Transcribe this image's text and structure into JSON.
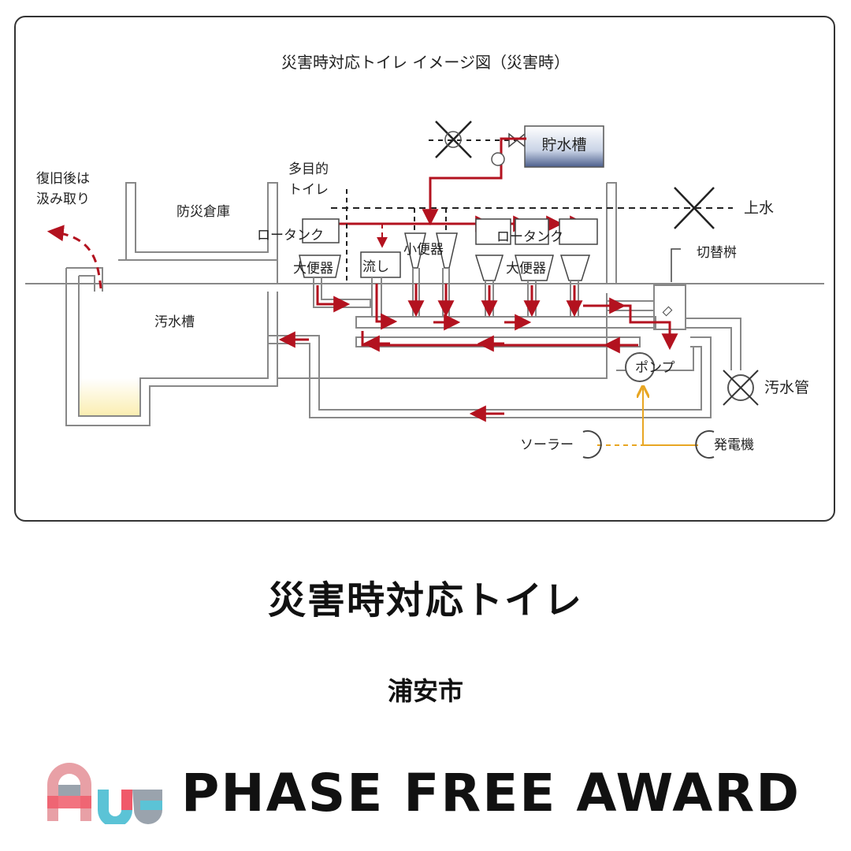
{
  "diagram": {
    "title": "災害時対応トイレ イメージ図（災害時）",
    "labels": {
      "water_tank": "貯水槽",
      "multipurpose_toilet_line1": "多目的",
      "multipurpose_toilet_line2": "トイレ",
      "disaster_storage": "防災倉庫",
      "after_recovery_line1": "復旧後は",
      "after_recovery_line2": "汲み取り",
      "low_tank_left": "ロータンク",
      "low_tank_right": "ロータンク",
      "toilet_left": "大便器",
      "toilet_right": "大便器",
      "sink": "流し",
      "urinal": "小便器",
      "sewage_tank": "汚水槽",
      "water_supply": "上水",
      "switching_basin": "切替桝",
      "pump": "ポンプ",
      "sewer_pipe": "汚水管",
      "solar": "ソーラー",
      "generator": "発電機"
    }
  },
  "heading": {
    "title": "災害時対応トイレ",
    "organization": "浦安市"
  },
  "footer": {
    "brand": "PHASE FREE AWARD"
  },
  "colors": {
    "flow_red": "#b3121f",
    "power_yellow": "#e8a623",
    "structure_gray": "#888888",
    "tank_fill": "#fdf5cf"
  }
}
